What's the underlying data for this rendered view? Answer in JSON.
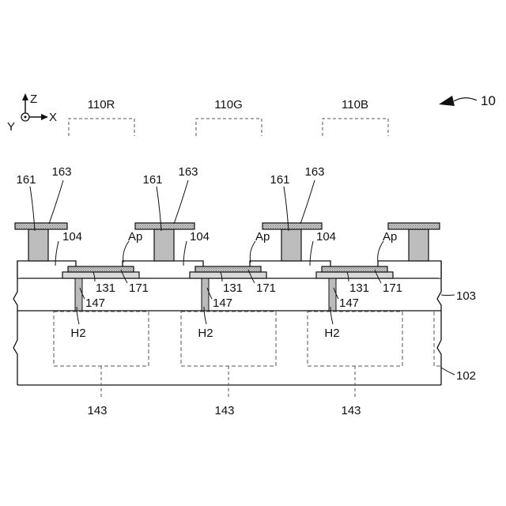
{
  "figure": {
    "ref_numeral": "10",
    "axes": {
      "z": "Z",
      "x": "X",
      "y": "Y"
    },
    "subpixels": [
      "110R",
      "110G",
      "110B"
    ],
    "labels": {
      "substrate": "102",
      "insulating_layer": "103",
      "bank": "104",
      "electrode": "131",
      "drive_circuit": "143",
      "contact_plug": "147",
      "contact_hole": "H2",
      "spacer": "161",
      "cap": "163",
      "light_emitting_layer": "171",
      "aperture": "Ap"
    }
  }
}
